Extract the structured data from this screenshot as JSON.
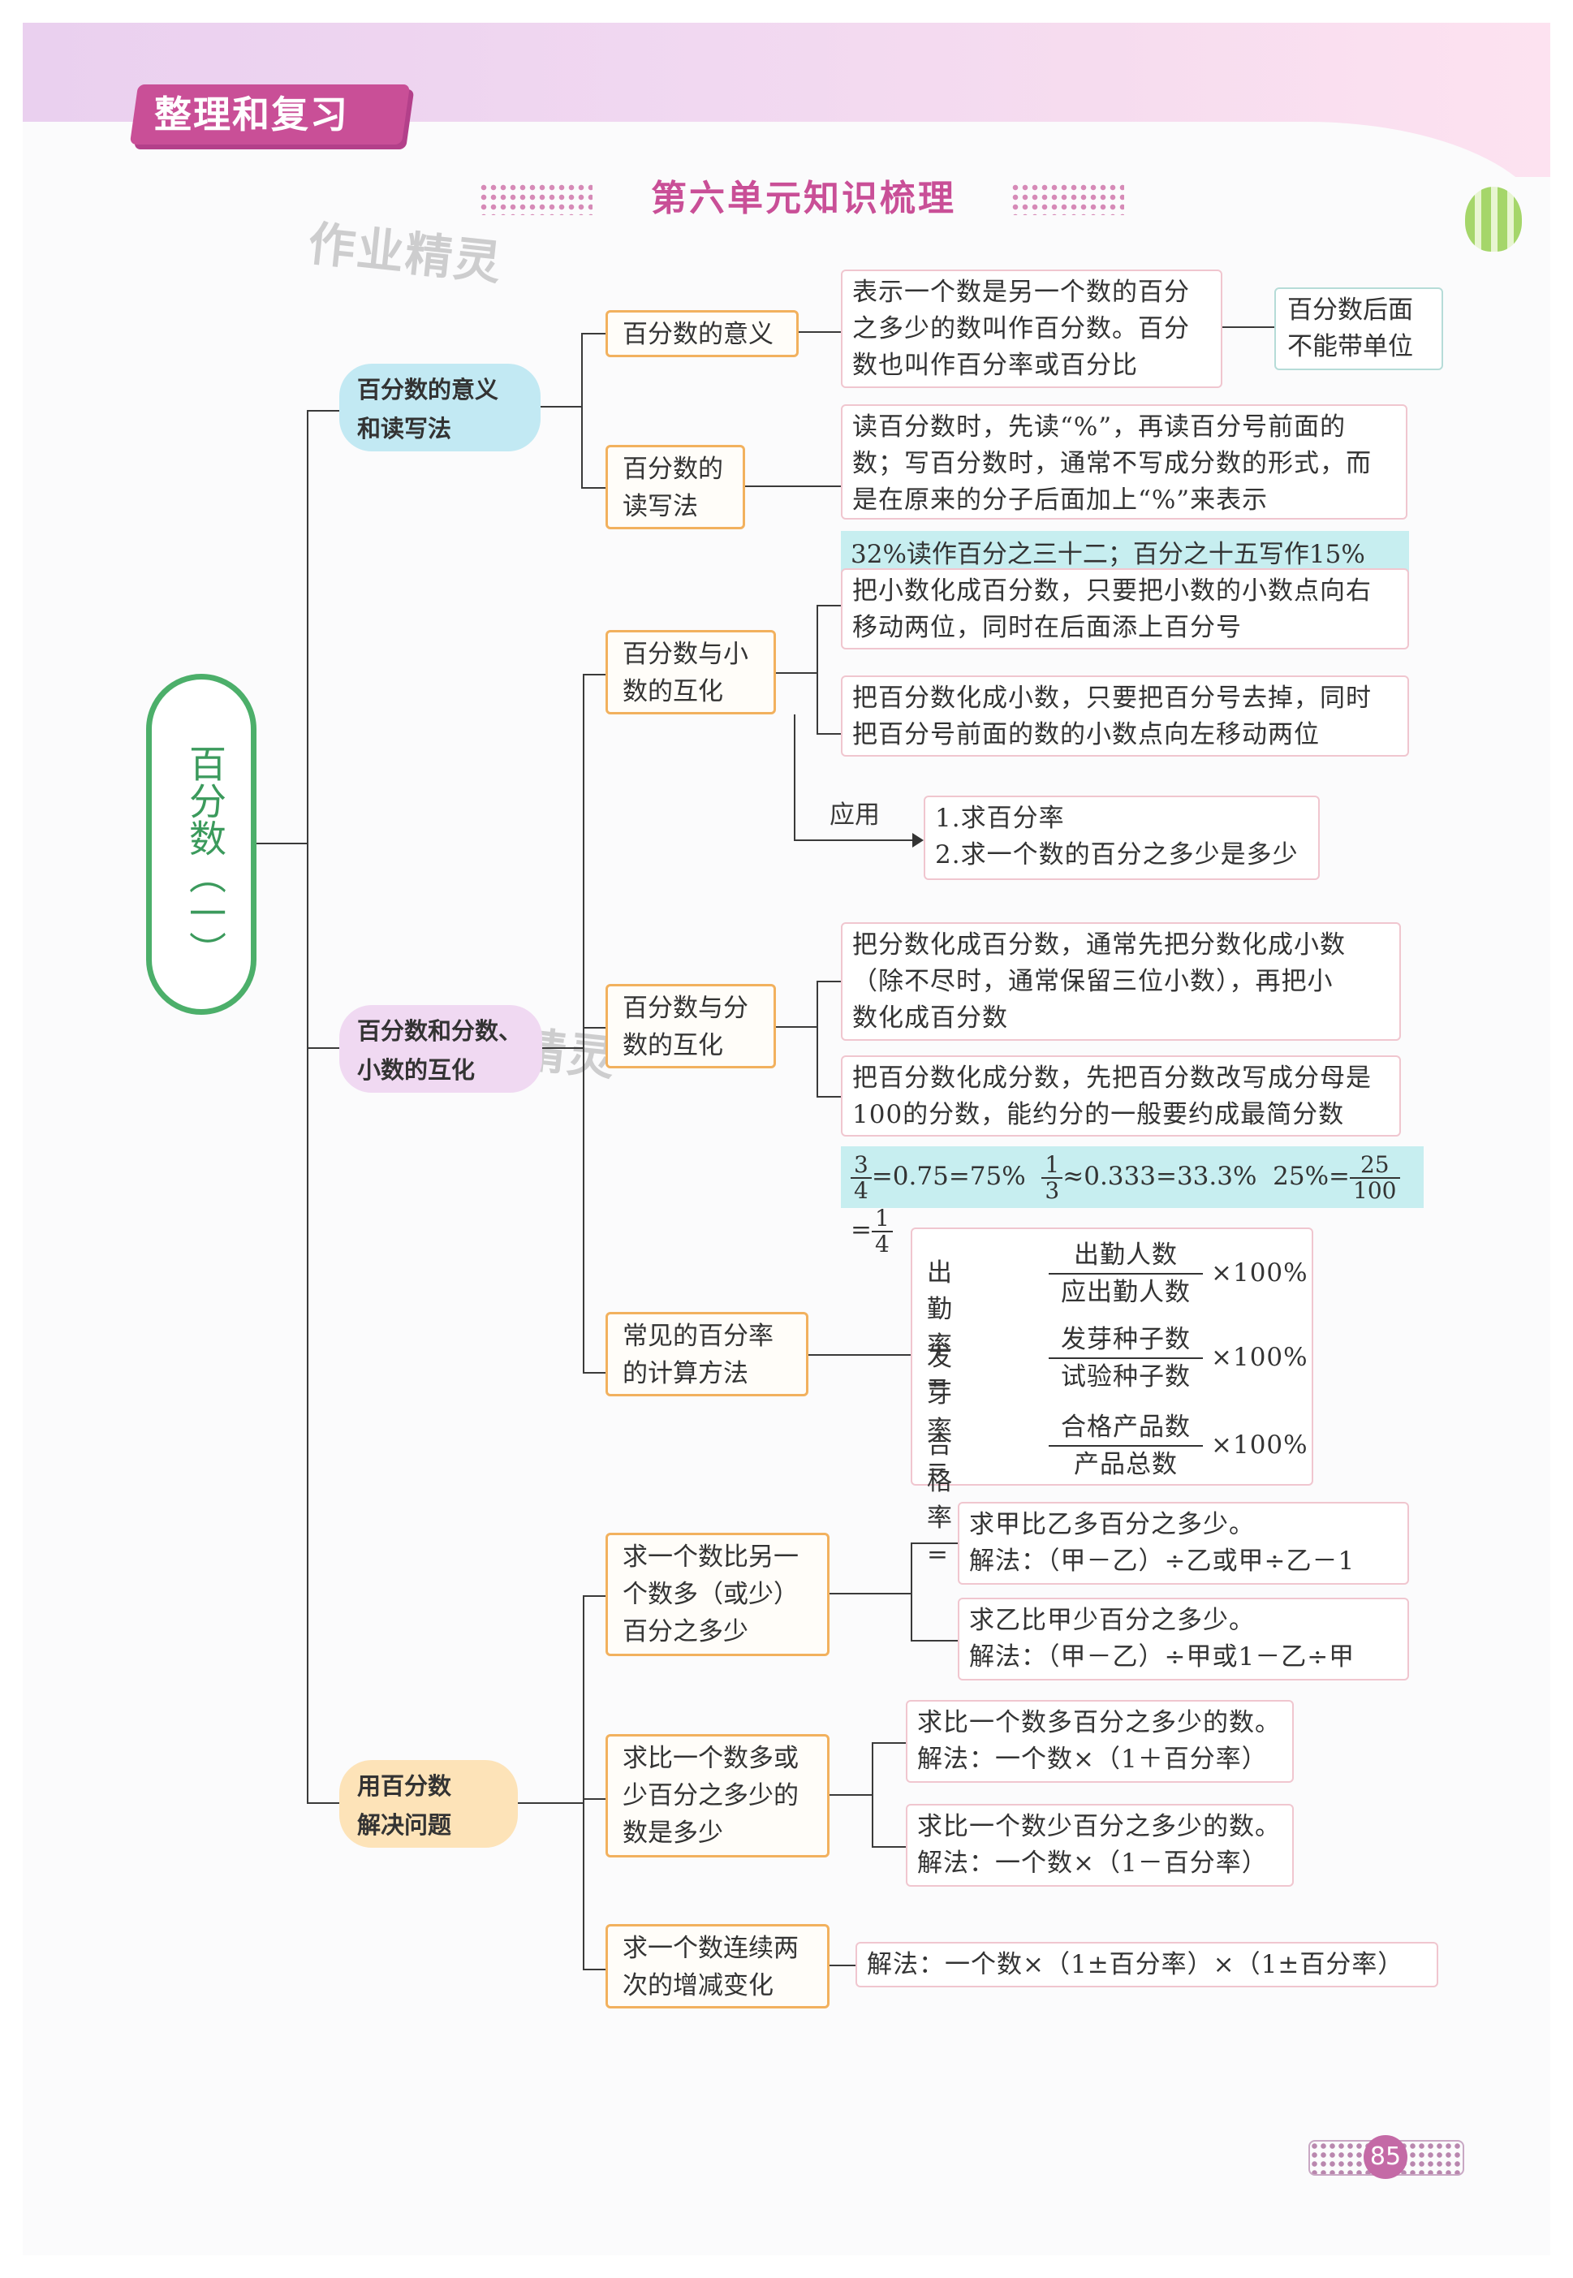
{
  "header": {
    "section_badge": "整理和复习",
    "title": "第六单元知识梳理",
    "watermark": "作业精灵"
  },
  "root": {
    "label": "百分数（一）"
  },
  "branches": [
    {
      "label_line1": "百分数的意义",
      "label_line2": "和读写法"
    },
    {
      "label_line1": "百分数和分数、",
      "label_line2": "小数的互化"
    },
    {
      "label_line1": "用百分数",
      "label_line2": "解决问题"
    }
  ],
  "nodes": {
    "meaning": {
      "label": "百分数的意义",
      "desc": [
        "表示一个数是另一个数的百分",
        "之多少的数叫作百分数。百分",
        "数也叫作百分率或百分比"
      ],
      "note": [
        "百分数后面",
        "不能带单位"
      ]
    },
    "readwrite": {
      "label": [
        "百分数的",
        "读写法"
      ],
      "desc": [
        "读百分数时，先读“%”，再读百分号前面的",
        "数；写百分数时，通常不写成分数的形式，而",
        "是在原来的分子后面加上“%”来表示"
      ],
      "example": "32%读作百分之三十二；百分之十五写作15%"
    },
    "decimal": {
      "label": [
        "百分数与小",
        "数的互化"
      ],
      "desc1": [
        "把小数化成百分数，只要把小数的小数点向右",
        "移动两位，同时在后面添上百分号"
      ],
      "desc2": [
        "把百分数化成小数，只要把百分号去掉，同时",
        "把百分号前面的数的小数点向左移动两位"
      ]
    },
    "application": {
      "label": "应用",
      "items": [
        "1.求百分率",
        "2.求一个数的百分之多少是多少"
      ]
    },
    "fraction": {
      "label": [
        "百分数与分",
        "数的互化"
      ],
      "desc1": [
        "把分数化成百分数，通常先把分数化成小数",
        "（除不尽时，通常保留三位小数），再把小",
        "数化成百分数"
      ],
      "desc2": [
        "把百分数化成分数，先把百分数改写成分母是",
        "100的分数，能约分的一般要约成最简分数"
      ],
      "example": {
        "f1n": "3",
        "f1d": "4",
        "t1": "=0.75=75%",
        "f2n": "1",
        "f2d": "3",
        "t2": "≈0.333=33.3%",
        "t3": "25%=",
        "f3n": "25",
        "f3d": "100",
        "t4": "=",
        "f4n": "1",
        "f4d": "4"
      }
    },
    "rates": {
      "label": [
        "常见的百分率",
        "的计算方法"
      ],
      "formulas": [
        {
          "name": "出勤率 =",
          "num": "出勤人数",
          "den": "应出勤人数",
          "times": "×100%"
        },
        {
          "name": "发芽率 =",
          "num": "发芽种子数",
          "den": "试验种子数",
          "times": "×100%"
        },
        {
          "name": "合格率 =",
          "num": "合格产品数",
          "den": "产品总数",
          "times": "×100%"
        }
      ]
    },
    "compare": {
      "label": [
        "求一个数比另一",
        "个数多（或少）",
        "百分之多少"
      ],
      "case1": [
        "求甲比乙多百分之多少。",
        "解法：（甲－乙）÷乙或甲÷乙－1"
      ],
      "case2": [
        "求乙比甲少百分之多少。",
        "解法：（甲－乙）÷甲或1－乙÷甲"
      ]
    },
    "moreless": {
      "label": [
        "求比一个数多或",
        "少百分之多少的",
        "数是多少"
      ],
      "case1": [
        "求比一个数多百分之多少的数。",
        "解法：一个数×（1＋百分率）"
      ],
      "case2": [
        "求比一个数少百分之多少的数。",
        "解法：一个数×（1－百分率）"
      ]
    },
    "twice": {
      "label": [
        "求一个数连续两",
        "次的增减变化"
      ],
      "desc": "解法：一个数×（1±百分率）×（1±百分率）"
    }
  },
  "page_number": "85",
  "colors": {
    "accent": "#c94f97",
    "root": "#4caf6a",
    "orange_border": "#f2b15e",
    "pink_border": "#f0c6cf",
    "example_bg": "#c7eef0"
  }
}
